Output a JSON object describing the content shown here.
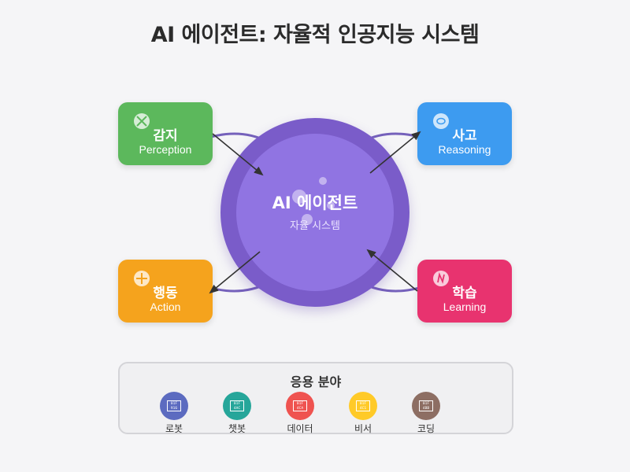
{
  "title": "AI 에이전트: 자율적 인공지능 시스템",
  "center": {
    "title": "AI 에이전트",
    "subtitle": "자율 시스템",
    "color_outer": "#7a5cc9",
    "color_inner": "#9074e2"
  },
  "nodes": [
    {
      "key": "perception",
      "ko": "감지",
      "en": "Perception",
      "color": "#5cb85c",
      "icon": "cross-icon"
    },
    {
      "key": "reasoning",
      "ko": "사고",
      "en": "Reasoning",
      "color": "#3d9bf0",
      "icon": "chat-icon"
    },
    {
      "key": "action",
      "ko": "행동",
      "en": "Action",
      "color": "#f5a31d",
      "icon": "plus-icon"
    },
    {
      "key": "learning",
      "ko": "학습",
      "en": "Learning",
      "color": "#e8336f",
      "icon": "note-icon"
    }
  ],
  "applications": {
    "title": "응용 분야",
    "items": [
      {
        "label": "로봇",
        "code": [
          "01F",
          "916"
        ],
        "color": "#5c6bc0"
      },
      {
        "label": "챗봇",
        "code": [
          "01F",
          "4AC"
        ],
        "color": "#26a69a"
      },
      {
        "label": "데이터",
        "code": [
          "01F",
          "4CA"
        ],
        "color": "#ef5350"
      },
      {
        "label": "비서",
        "code": [
          "01F",
          "4C1"
        ],
        "color": "#ffca28"
      },
      {
        "label": "코딩",
        "code": [
          "01F",
          "4BB"
        ],
        "color": "#8d6e63"
      }
    ]
  }
}
